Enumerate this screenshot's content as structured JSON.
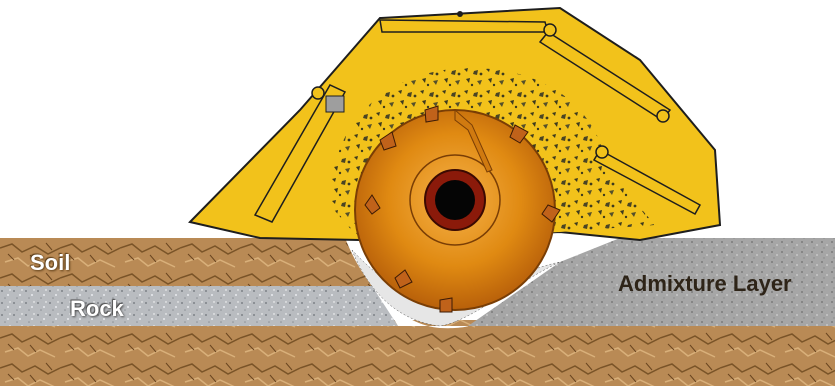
{
  "labels": {
    "soil": "Soil",
    "rock": "Rock",
    "admixture": "Admixture Layer"
  },
  "colors": {
    "machine_body": "#f2c21b",
    "machine_outline": "#1e1e1e",
    "drum": "#e08a12",
    "drum_dark": "#b8600a",
    "soil": "#b98a55",
    "rock": "#b9bcc0",
    "admixture": "#a8a8a8",
    "debris": "#3d3a1e"
  },
  "icons": {
    "machine": "rotary-mixer-icon"
  }
}
